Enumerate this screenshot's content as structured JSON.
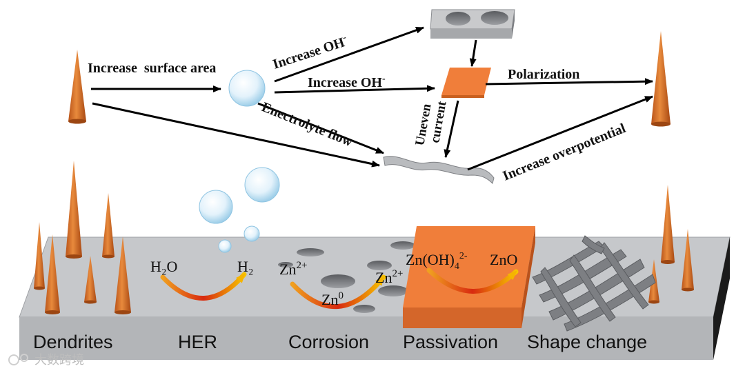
{
  "top_flow": {
    "increase_surface_area": "Increase  surface area",
    "increase_oh_upper": "Increase OH",
    "increase_oh_upper_sup": "-",
    "increase_oh_mid": "Increase OH",
    "increase_oh_mid_sup": "-",
    "electrolyte_flow": "Enectrolyte flow",
    "uneven": "Uneven",
    "current": "current",
    "polarization": "Polarization",
    "increase_overpotential": "Increase overpotential"
  },
  "platform": {
    "her_left": "H₂O",
    "her_right": "H₂",
    "corrosion_zn_ion": "Zn",
    "corrosion_zn_ion_sup": "2+",
    "corrosion_zn0": "Zn",
    "corrosion_zn0_sup": "0",
    "corrosion_zn_ion2": "Zn",
    "corrosion_zn_ion2_sup": "2+",
    "passivation_left": "Zn(OH)",
    "passivation_left_sub": "4",
    "passivation_left_sup": "2-",
    "passivation_right": "ZnO"
  },
  "bottom_labels": {
    "dendrites": "Dendrites",
    "her": "HER",
    "corrosion": "Corrosion",
    "passivation": "Passivation",
    "shape_change": "Shape change"
  },
  "watermark": "大数跨境",
  "colors": {
    "dendrite": "#d96a1e",
    "passivation_block": "#f07e3a",
    "platform_top": "#c4c6c9",
    "platform_front": "#b1b3b6",
    "arrow": "#000000"
  }
}
